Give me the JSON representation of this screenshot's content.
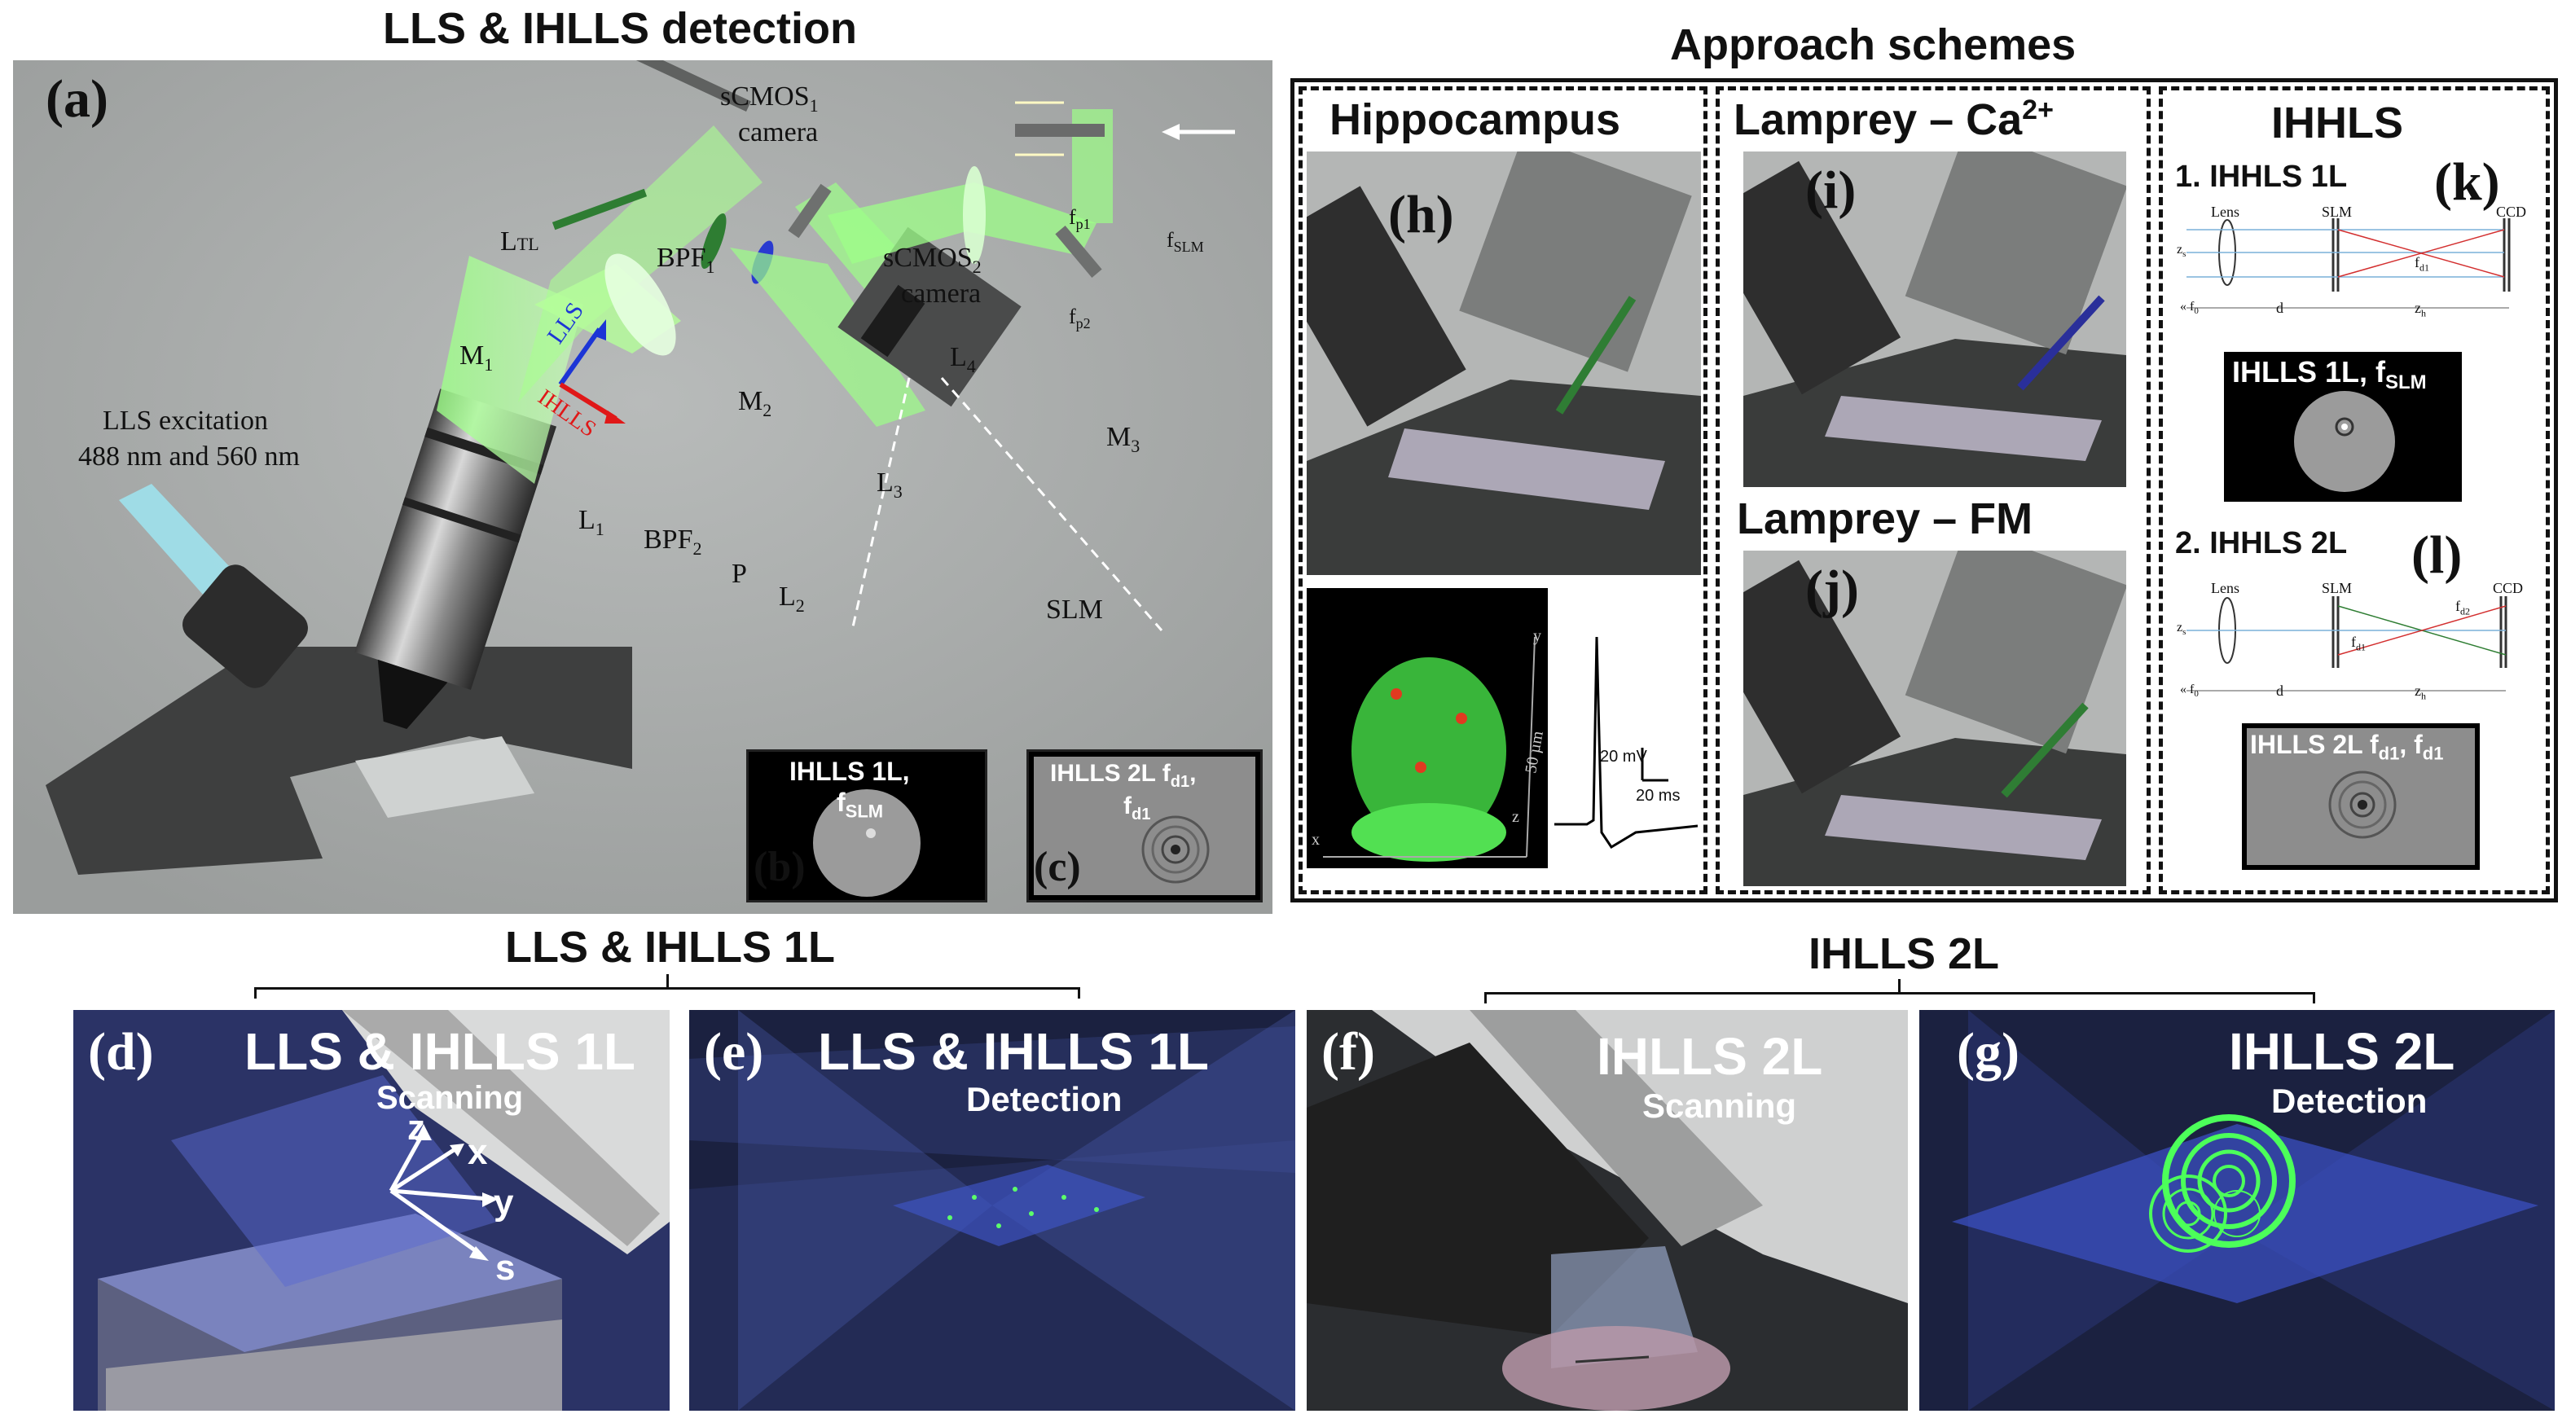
{
  "titles": {
    "top_left": "LLS & IHLLS detection",
    "top_right": "Approach schemes",
    "bottom_left": "LLS & IHLLS 1L",
    "bottom_right": "IHLLS 2L"
  },
  "panel_a": {
    "label": "(a)",
    "excitation": "LLS excitation",
    "wavelengths": "488 nm and 560 nm",
    "scmos1": "sCMOS",
    "scmos1_sub": "1",
    "scmos1_line2": "camera",
    "scmos2": "sCMOS",
    "scmos2_sub": "2",
    "scmos2_line2": "camera",
    "ltl": "L",
    "ltl_sub": "TL",
    "bpf1": "BPF",
    "bpf1_sub": "1",
    "bpf2": "BPF",
    "bpf2_sub": "2",
    "m1": "M",
    "m1_sub": "1",
    "m2": "M",
    "m2_sub": "2",
    "m3": "M",
    "m3_sub": "3",
    "l1": "L",
    "l1_sub": "1",
    "l2": "L",
    "l2_sub": "2",
    "l3": "L",
    "l3_sub": "3",
    "l4": "L",
    "l4_sub": "4",
    "p": "P",
    "slm": "SLM",
    "fp1": "f",
    "fp1_sub": "p1",
    "fp2": "f",
    "fp2_sub": "p2",
    "fslm": "f",
    "fslm_sub": "SLM",
    "arrow_lls": "LLS",
    "arrow_ihlls": "IHLLS"
  },
  "panel_b": {
    "label": "(b)",
    "title_line1": "IHLLS 1L,",
    "title_line2": "f",
    "title_line2_sub": "SLM"
  },
  "panel_c": {
    "label": "(c)",
    "title_line1": "IHLLS 2L f",
    "title_line1_sub": "d1",
    "title_line1_end": ",",
    "title_line2": "f",
    "title_line2_sub": "d1"
  },
  "panel_h": {
    "header": "Hippocampus",
    "label": "(h)",
    "scale_mv": "20 mV",
    "scale_ms": "20 ms",
    "scale_um": "50 µm",
    "axis_x": "x",
    "axis_y": "y",
    "axis_z": "z"
  },
  "panel_i": {
    "header": "Lamprey – Ca",
    "header_sup": "2+",
    "label": "(i)"
  },
  "panel_j": {
    "header": "Lamprey – FM",
    "label": "(j)"
  },
  "panel_k": {
    "header": "IHHLS",
    "label": "(k)",
    "sub1": "1. IHHLS 1L",
    "lens": "Lens",
    "slm": "SLM",
    "ccd": "CCD",
    "fd1": "f",
    "fd1_sub": "d1",
    "f0": "« f",
    "f0_sub": "0",
    "d": "d",
    "zh": "z",
    "zh_sub": "h",
    "zs": "z",
    "zs_sub": "s",
    "inset": "IHLLS 1L, f",
    "inset_sub": "SLM"
  },
  "panel_l": {
    "label": "(l)",
    "sub2": "2. IHHLS 2L",
    "lens": "Lens",
    "slm": "SLM",
    "ccd": "CCD",
    "fd1": "f",
    "fd1_sub": "d1",
    "fd2": "f",
    "fd2_sub": "d2",
    "f0": "« f",
    "f0_sub": "0",
    "d": "d",
    "zh": "z",
    "zh_sub": "h",
    "zs": "z",
    "zs_sub": "s",
    "inset": "IHLLS 2L f",
    "inset_sub1": "d1",
    "inset_mid": ", f",
    "inset_sub2": "d1"
  },
  "panel_d": {
    "label": "(d)",
    "title": "LLS & IHLLS 1L",
    "sub": "Scanning",
    "ax_z": "z",
    "ax_x": "x",
    "ax_y": "y",
    "ax_s": "s"
  },
  "panel_e": {
    "label": "(e)",
    "title": "LLS & IHLLS 1L",
    "sub": "Detection"
  },
  "panel_f": {
    "label": "(f)",
    "title": "IHLLS 2L",
    "sub": "Scanning"
  },
  "panel_g": {
    "label": "(g)",
    "title": "IHLLS 2L",
    "sub": "Detection"
  },
  "colors": {
    "panel_a_bg": "#a7aaa9",
    "beam_green": "#7cff6a",
    "arrow_blue": "#1c35d6",
    "arrow_red": "#e01818",
    "dark_panel": "#1b2140"
  }
}
